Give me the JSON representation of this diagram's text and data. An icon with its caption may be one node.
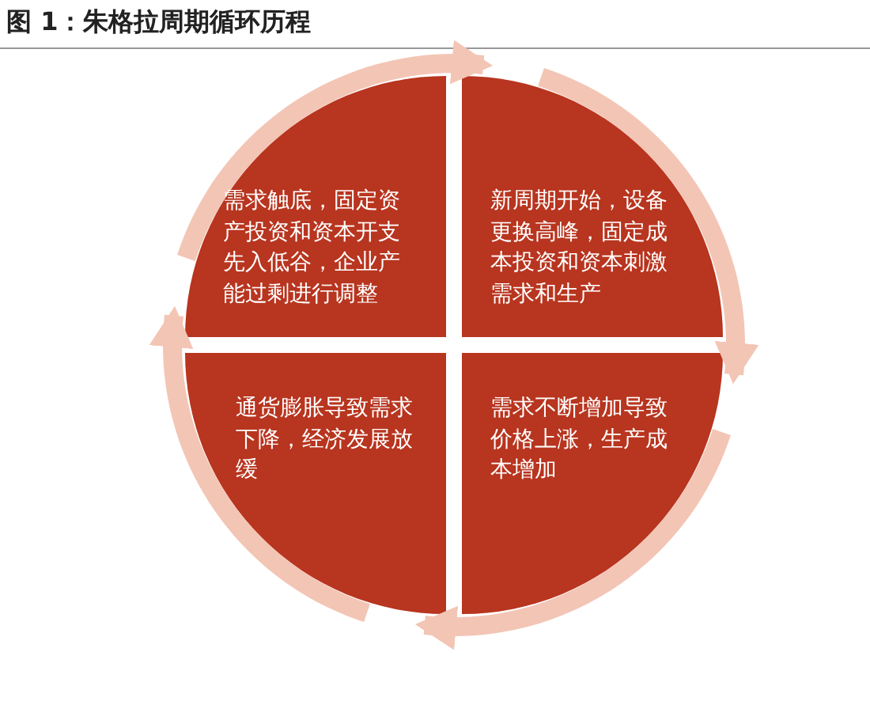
{
  "diagram": {
    "title": "图 1：朱格拉周期循环历程",
    "nodes": [
      {
        "text": [
          "需求触底，固定资产投资和资本开支先入低谷，企业产能过剩进行调整"
        ]
      },
      {
        "text": [
          "新周期开始，设备更换高峰，固定成本投资和资本刺激需求和生产"
        ]
      },
      {
        "text": [
          "通货膨胀导致需求下降，经济发展放缓"
        ]
      },
      {
        "text": [
          "需求不断增加导致价格上涨，生产成本增加"
        ]
      }
    ],
    "edges": [
      {
        "from": 0,
        "to": 1,
        "arrow": "to"
      },
      {
        "from": 1,
        "to": 3,
        "arrow": "to"
      },
      {
        "from": 3,
        "to": 2,
        "arrow": "to"
      },
      {
        "from": 2,
        "to": 0,
        "arrow": "to"
      }
    ]
  }
}
